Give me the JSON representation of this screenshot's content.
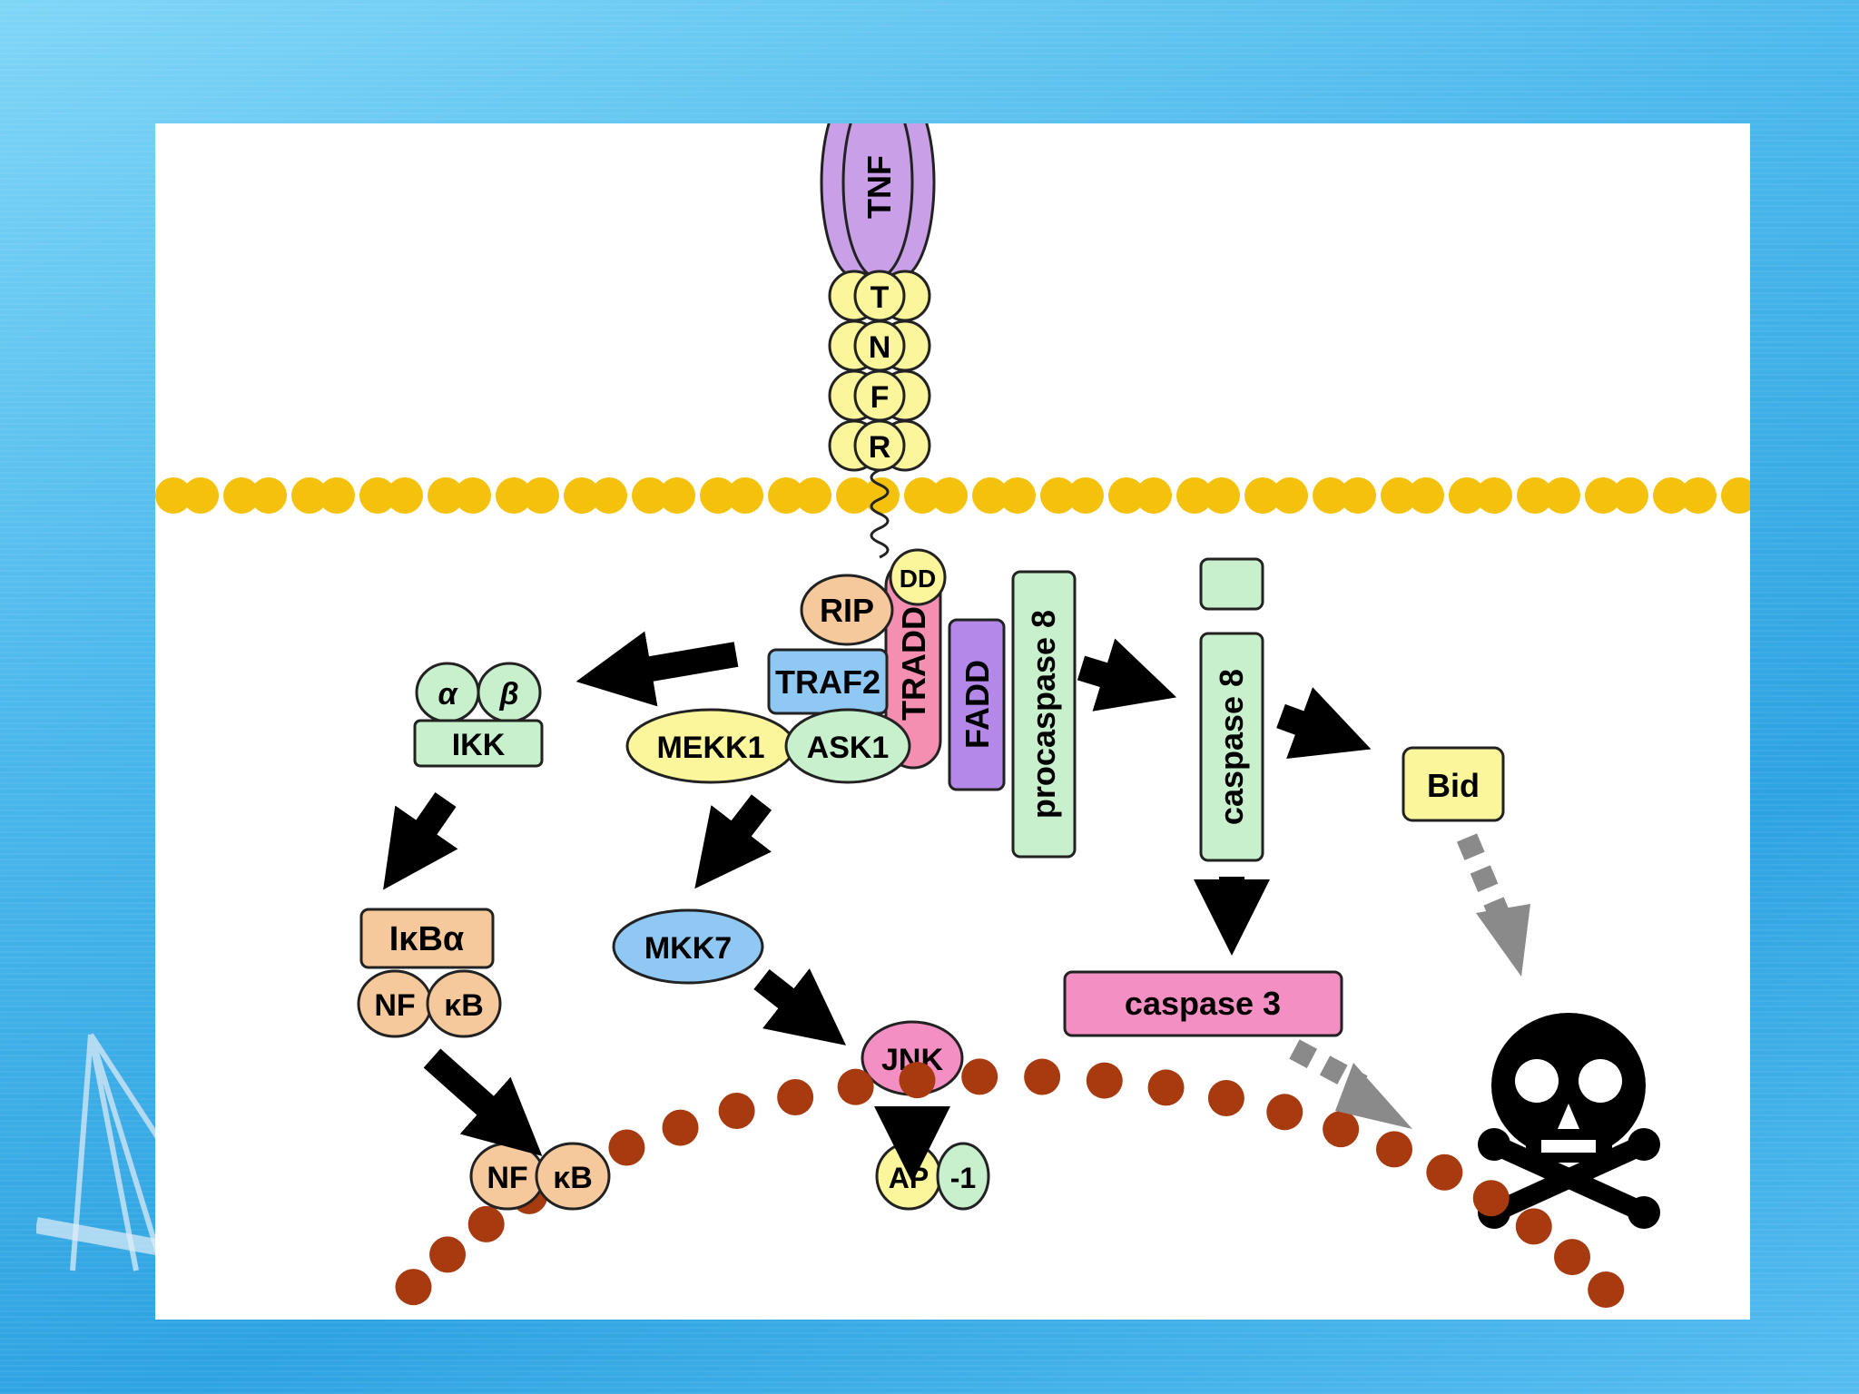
{
  "labels": {
    "tnf": "TNF",
    "tnfr_letters": [
      "T",
      "N",
      "F",
      "R"
    ],
    "dd": "DD",
    "tradd": "TRADD",
    "fadd": "FADD",
    "procaspase8": "procaspase 8",
    "caspase8": "caspase 8",
    "caspase3": "caspase 3",
    "bid": "Bid",
    "rip": "RIP",
    "traf2": "TRAF2",
    "mekk1": "MEKK1",
    "ask1": "ASK1",
    "ikk_alpha": "α",
    "ikk_beta": "β",
    "ikk": "IKK",
    "ikba": "IκBα",
    "nf": "NF",
    "kb": "κB",
    "mkk7": "MKK7",
    "jnk": "JNK",
    "ap": "AP",
    "ap1_suffix": "-1"
  },
  "colors": {
    "tnf": "#c9a0e8",
    "tnfr": "#fbf59c",
    "membrane": "#f4c20d",
    "tradd": "#f48fb1",
    "fadd": "#b388e8",
    "caspase": "#c8f0cc",
    "caspase3": "#f48fc4",
    "bid": "#fbf59c",
    "rip": "#f6c99c",
    "traf2": "#90c8f4",
    "mekk1": "#fbf59c",
    "ask1": "#c8f0cc",
    "ikk": "#c8f0cc",
    "ikba": "#f6c99c",
    "nfkb": "#f6c99c",
    "mkk7": "#90c8f4",
    "jnk": "#f48fc4",
    "ap1": "#fbf59c",
    "nucleus": "#a83a10"
  }
}
